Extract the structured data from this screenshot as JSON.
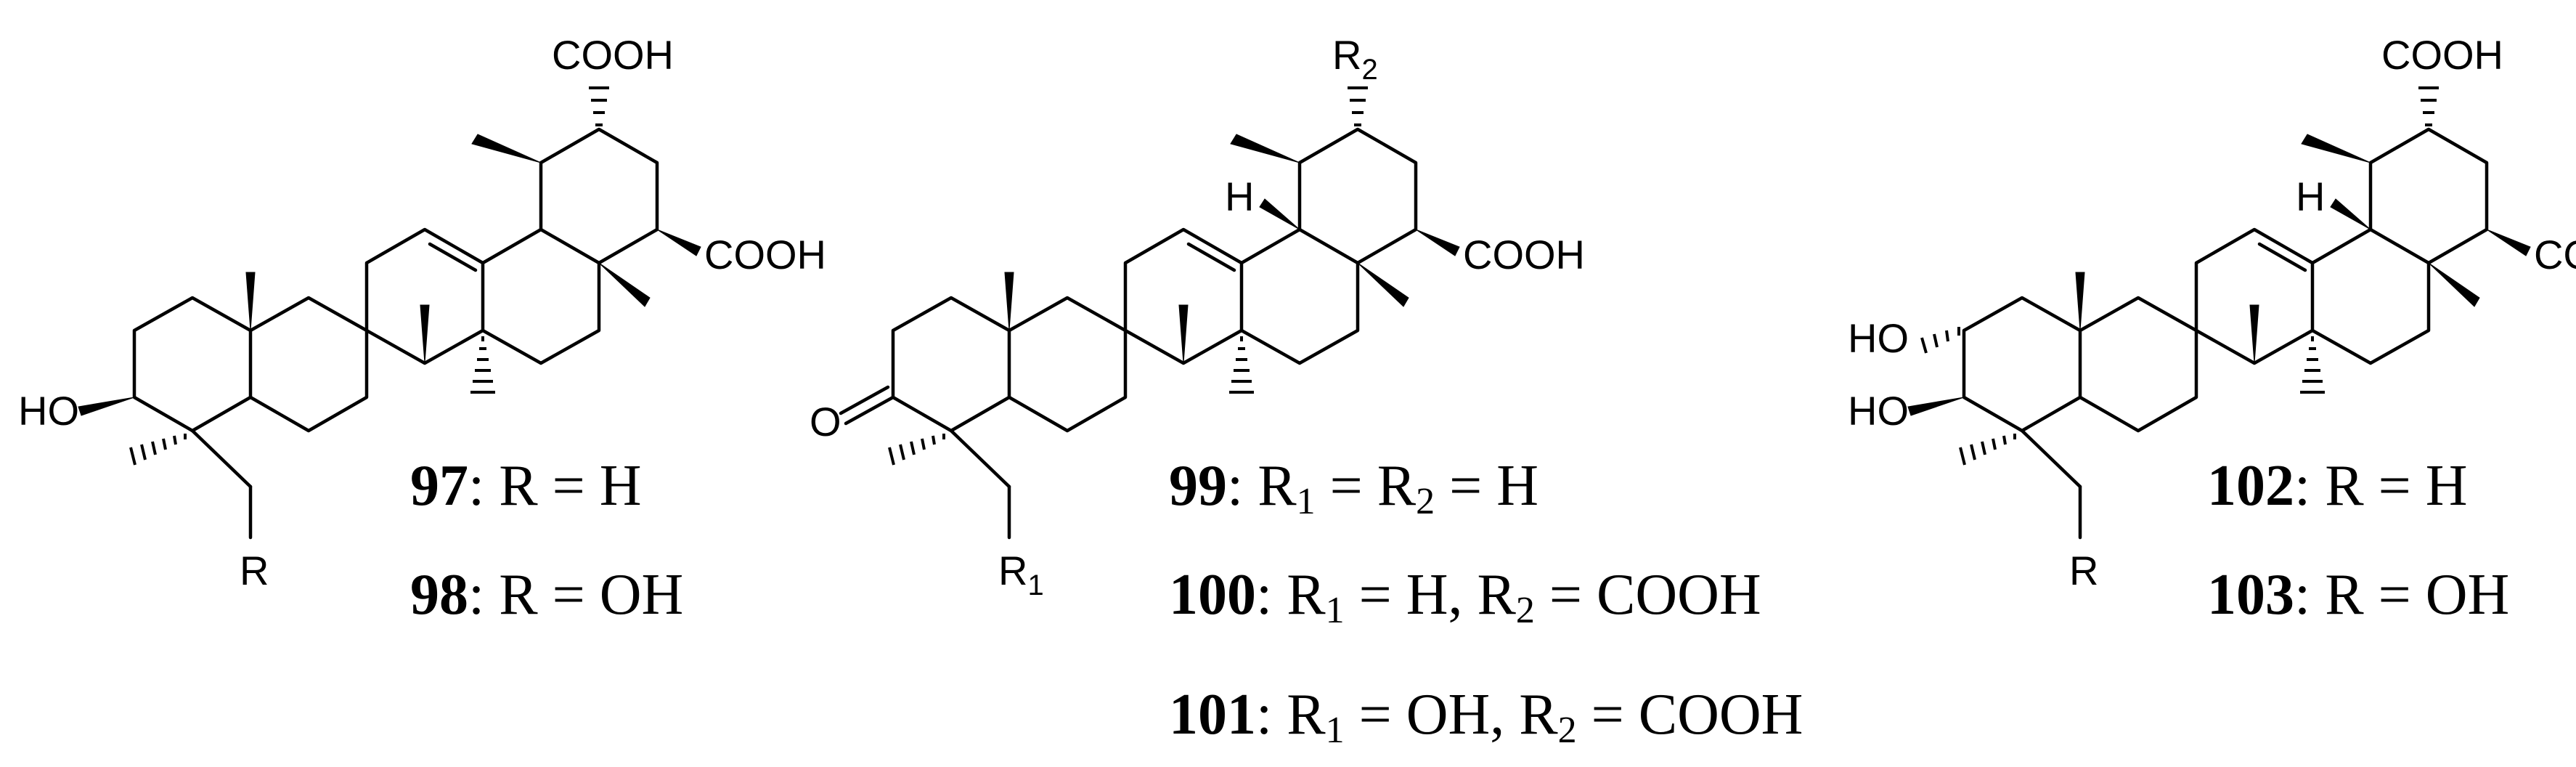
{
  "structures": [
    {
      "id": "s1",
      "labels": {
        "top": "COOH",
        "right": "COOH",
        "ho": "HO",
        "r": "R"
      },
      "captions": [
        {
          "num": "97",
          "text": ": R = H"
        },
        {
          "num": "98",
          "text": ": R = OH"
        }
      ]
    },
    {
      "id": "s2",
      "labels": {
        "top_base": "R",
        "top_sub": "2",
        "h": "H",
        "right": "COOH",
        "o": "O",
        "r_base": "R",
        "r_sub": "1"
      },
      "captions": [
        {
          "num": "99",
          "p1": ": R",
          "s1": "1",
          "p2": " = R",
          "s2": "2",
          "p3": " = H"
        },
        {
          "num": "100",
          "p1": ": R",
          "s1": "1",
          "p2": " = H, R",
          "s2": "2",
          "p3": " = COOH"
        },
        {
          "num": "101",
          "p1": ": R",
          "s1": "1",
          "p2": " = OH, R",
          "s2": "2",
          "p3": " = COOH"
        }
      ]
    },
    {
      "id": "s3",
      "labels": {
        "top": "COOH",
        "h": "H",
        "right": "COOH",
        "ho1": "HO",
        "ho2": "HO",
        "r": "R"
      },
      "captions": [
        {
          "num": "102",
          "text": ": R = H"
        },
        {
          "num": "103",
          "text": ": R = OH"
        }
      ]
    }
  ]
}
